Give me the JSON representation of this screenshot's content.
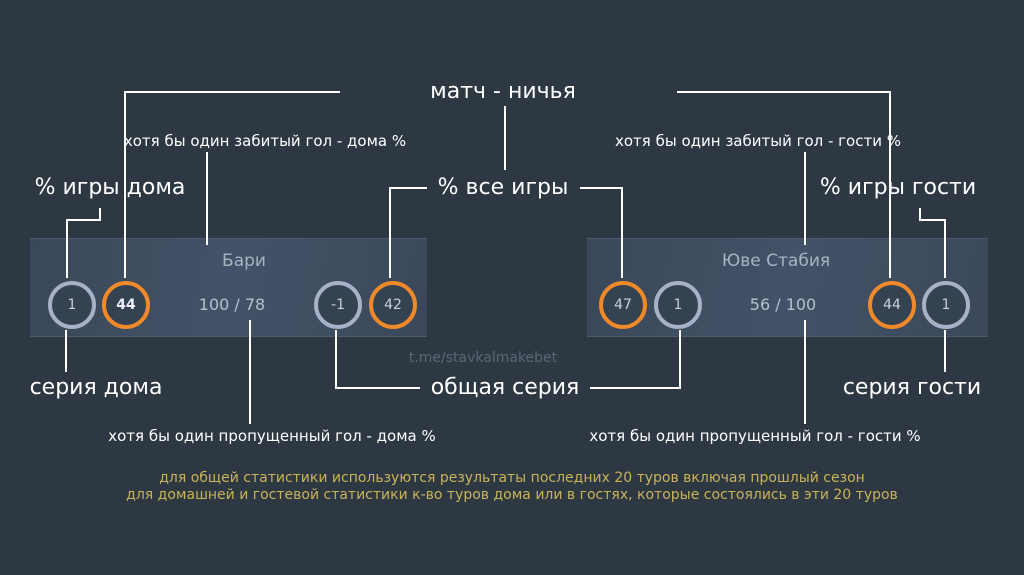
{
  "labels": {
    "draw": "матч - ничья",
    "scored_home": "хотя бы один забитый гол - дома %",
    "scored_away": "хотя бы один забитый гол - гости %",
    "home_games": "% игры дома",
    "all_games": "% все игры",
    "away_games": "% игры гости",
    "home_streak": "серия дома",
    "total_streak": "общая серия",
    "away_streak": "серия гости",
    "conceded_home": "хотя бы один пропущенный гол - дома %",
    "conceded_away": "хотя бы один пропущенный гол - гости %"
  },
  "home_team": {
    "name": "Бари",
    "streak_home": "1",
    "home_pct": "44",
    "goals": "100 / 78",
    "total_streak": "-1",
    "all_pct": "42"
  },
  "away_team": {
    "name": "Юве Стабия",
    "all_pct": "47",
    "total_streak": "1",
    "goals": "56 / 100",
    "away_pct": "44",
    "streak_away": "1"
  },
  "watermark": "t.me/stavkalmakebet",
  "notes": [
    "для общей статистики используются результаты последних 20 туров включая прошлый сезон",
    "для домашней и гостевой статистики к-во  туров дома или в гостях, которые состоялись в эти 20 туров"
  ],
  "colors": {
    "orange": "#f0892a",
    "gray": "#a7b1c8",
    "note": "#c8b35a",
    "background": "#2e3842"
  }
}
